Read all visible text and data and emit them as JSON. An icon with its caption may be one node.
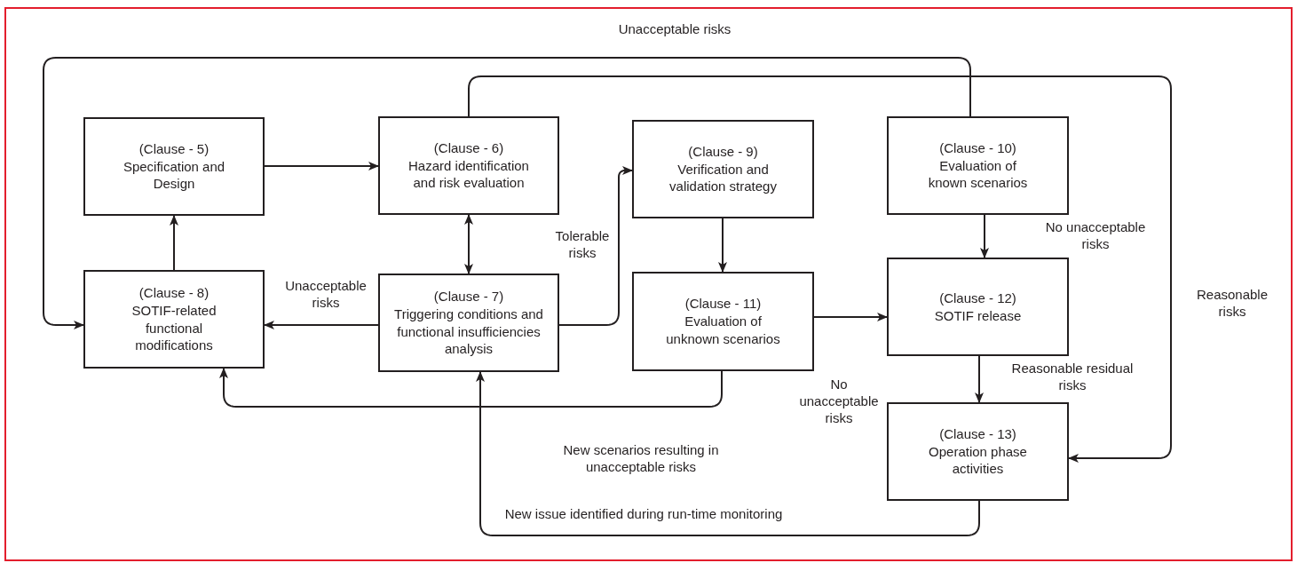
{
  "diagram": {
    "nodes": [
      {
        "text": [
          "(Clause - 5)",
          "Specification and Design"
        ]
      },
      {
        "text": [
          "(Clause - 6)",
          "Hazard identification and risk evaluation"
        ]
      },
      {
        "text": [
          "(Clause - 9)",
          "Verification and validation strategy"
        ]
      },
      {
        "text": [
          "(Clause - 10)",
          "Evaluation of known scenarios"
        ]
      },
      {
        "text": [
          "(Clause - 8)",
          "SOTIF-related functional modifications"
        ]
      },
      {
        "text": [
          "(Clause - 7)",
          "Triggering conditions and functional insufficiencies analysis"
        ]
      },
      {
        "text": [
          "(Clause - 11)",
          "Evaluation of unknown scenarios"
        ]
      },
      {
        "text": [
          "(Clause - 12)",
          "SOTIF release"
        ]
      },
      {
        "text": [
          "(Clause - 13)",
          "Operation phase activities"
        ]
      }
    ],
    "edges": [
      {
        "from": 0,
        "to": 1,
        "arrow": "to"
      },
      {
        "from": 1,
        "to": 5,
        "arrow": "both"
      },
      {
        "from": 5,
        "to": 4,
        "arrow": "to",
        "label": "Unacceptable risks"
      },
      {
        "from": 4,
        "to": 0,
        "arrow": "to"
      },
      {
        "from": 5,
        "to": 2,
        "arrow": "to",
        "label": "Tolerable risks"
      },
      {
        "from": 2,
        "to": 6,
        "arrow": "to"
      },
      {
        "from": 3,
        "to": 7,
        "arrow": "to",
        "label": "No unacceptable risks"
      },
      {
        "from": 6,
        "to": 7,
        "arrow": "to",
        "label": "No unacceptable risks"
      },
      {
        "from": 7,
        "to": 8,
        "arrow": "to",
        "label": "Reasonable residual risks"
      },
      {
        "from": 3,
        "to": 4,
        "arrow": "to",
        "label": "Unacceptable risks"
      },
      {
        "from": 1,
        "to": 8,
        "arrow": "to",
        "label": "Reasonable risks"
      },
      {
        "from": 6,
        "to": 4,
        "arrow": "to",
        "label": "New scenarios resulting in unacceptable risks"
      },
      {
        "from": 8,
        "to": 5,
        "arrow": "to",
        "label": "New issue identified during run-time monitoring"
      }
    ]
  }
}
